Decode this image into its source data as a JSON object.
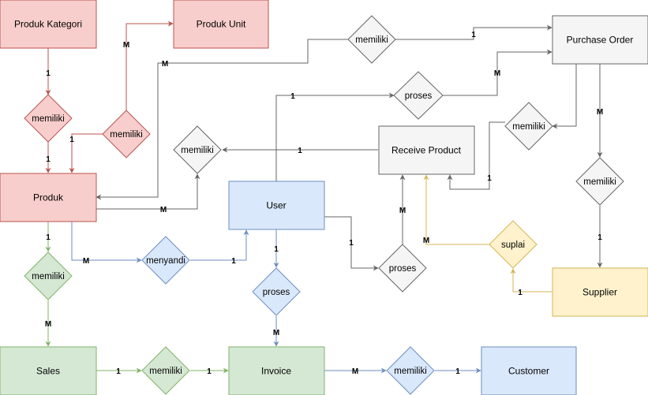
{
  "entities": {
    "produk_kategori": "Produk Kategori",
    "produk_unit": "Produk Unit",
    "produk": "Produk",
    "purchase_order": "Purchase Order",
    "receive_product": "Receive Product",
    "user": "User",
    "supplier": "Supplier",
    "sales": "Sales",
    "invoice": "Invoice",
    "customer": "Customer"
  },
  "relationships": {
    "r_kat_produk": "memiliki",
    "r_unit_produk": "memiliki",
    "r_produk_po": "memiliki",
    "r_user_po": "proses",
    "r_rp_produk": "memiliki",
    "r_po_rp": "memiliki",
    "r_po_supplier": "memiliki",
    "r_supplier_rp": "suplai",
    "r_user_rp": "proses",
    "r_produk_user": "menyandi",
    "r_produk_sales": "memiliki",
    "r_user_invoice": "proses",
    "r_sales_invoice": "memiliki",
    "r_invoice_customer": "memiliki"
  },
  "cardinalities": {
    "c_kat_rel": "1",
    "c_rel_produk": "1",
    "c_unit_m": "M",
    "c_unit_1": "1",
    "c_po_m": "M",
    "c_po_1": "1",
    "c_user_1": "1",
    "c_user_po_m": "M",
    "c_rp_1": "1",
    "c_produk_m": "M",
    "c_po_rp_1": "1",
    "c_po_supp_m": "M",
    "c_supp_1": "1",
    "c_supp_rel_1": "1",
    "c_supplai_m": "M",
    "c_user_rp_1": "1",
    "c_rp_m": "M",
    "c_produk_menyandi_m": "M",
    "c_menyandi_user_1": "1",
    "c_produk_sales_1": "1",
    "c_sales_m": "M",
    "c_user_inv_1": "1",
    "c_inv_m": "M",
    "c_sales_rel_1": "1",
    "c_rel_inv_1": "1",
    "c_inv_cust_m": "M",
    "c_cust_1": "1"
  },
  "colors": {
    "red_fill": "#f8cecc",
    "red_stroke": "#b85450",
    "gray_fill": "#f5f5f5",
    "gray_stroke": "#666666",
    "blue_fill": "#dae8fc",
    "blue_stroke": "#6c8ebf",
    "green_fill": "#d5e8d4",
    "green_stroke": "#82b366",
    "yellow_fill": "#fff2cc",
    "yellow_stroke": "#d6b656"
  }
}
